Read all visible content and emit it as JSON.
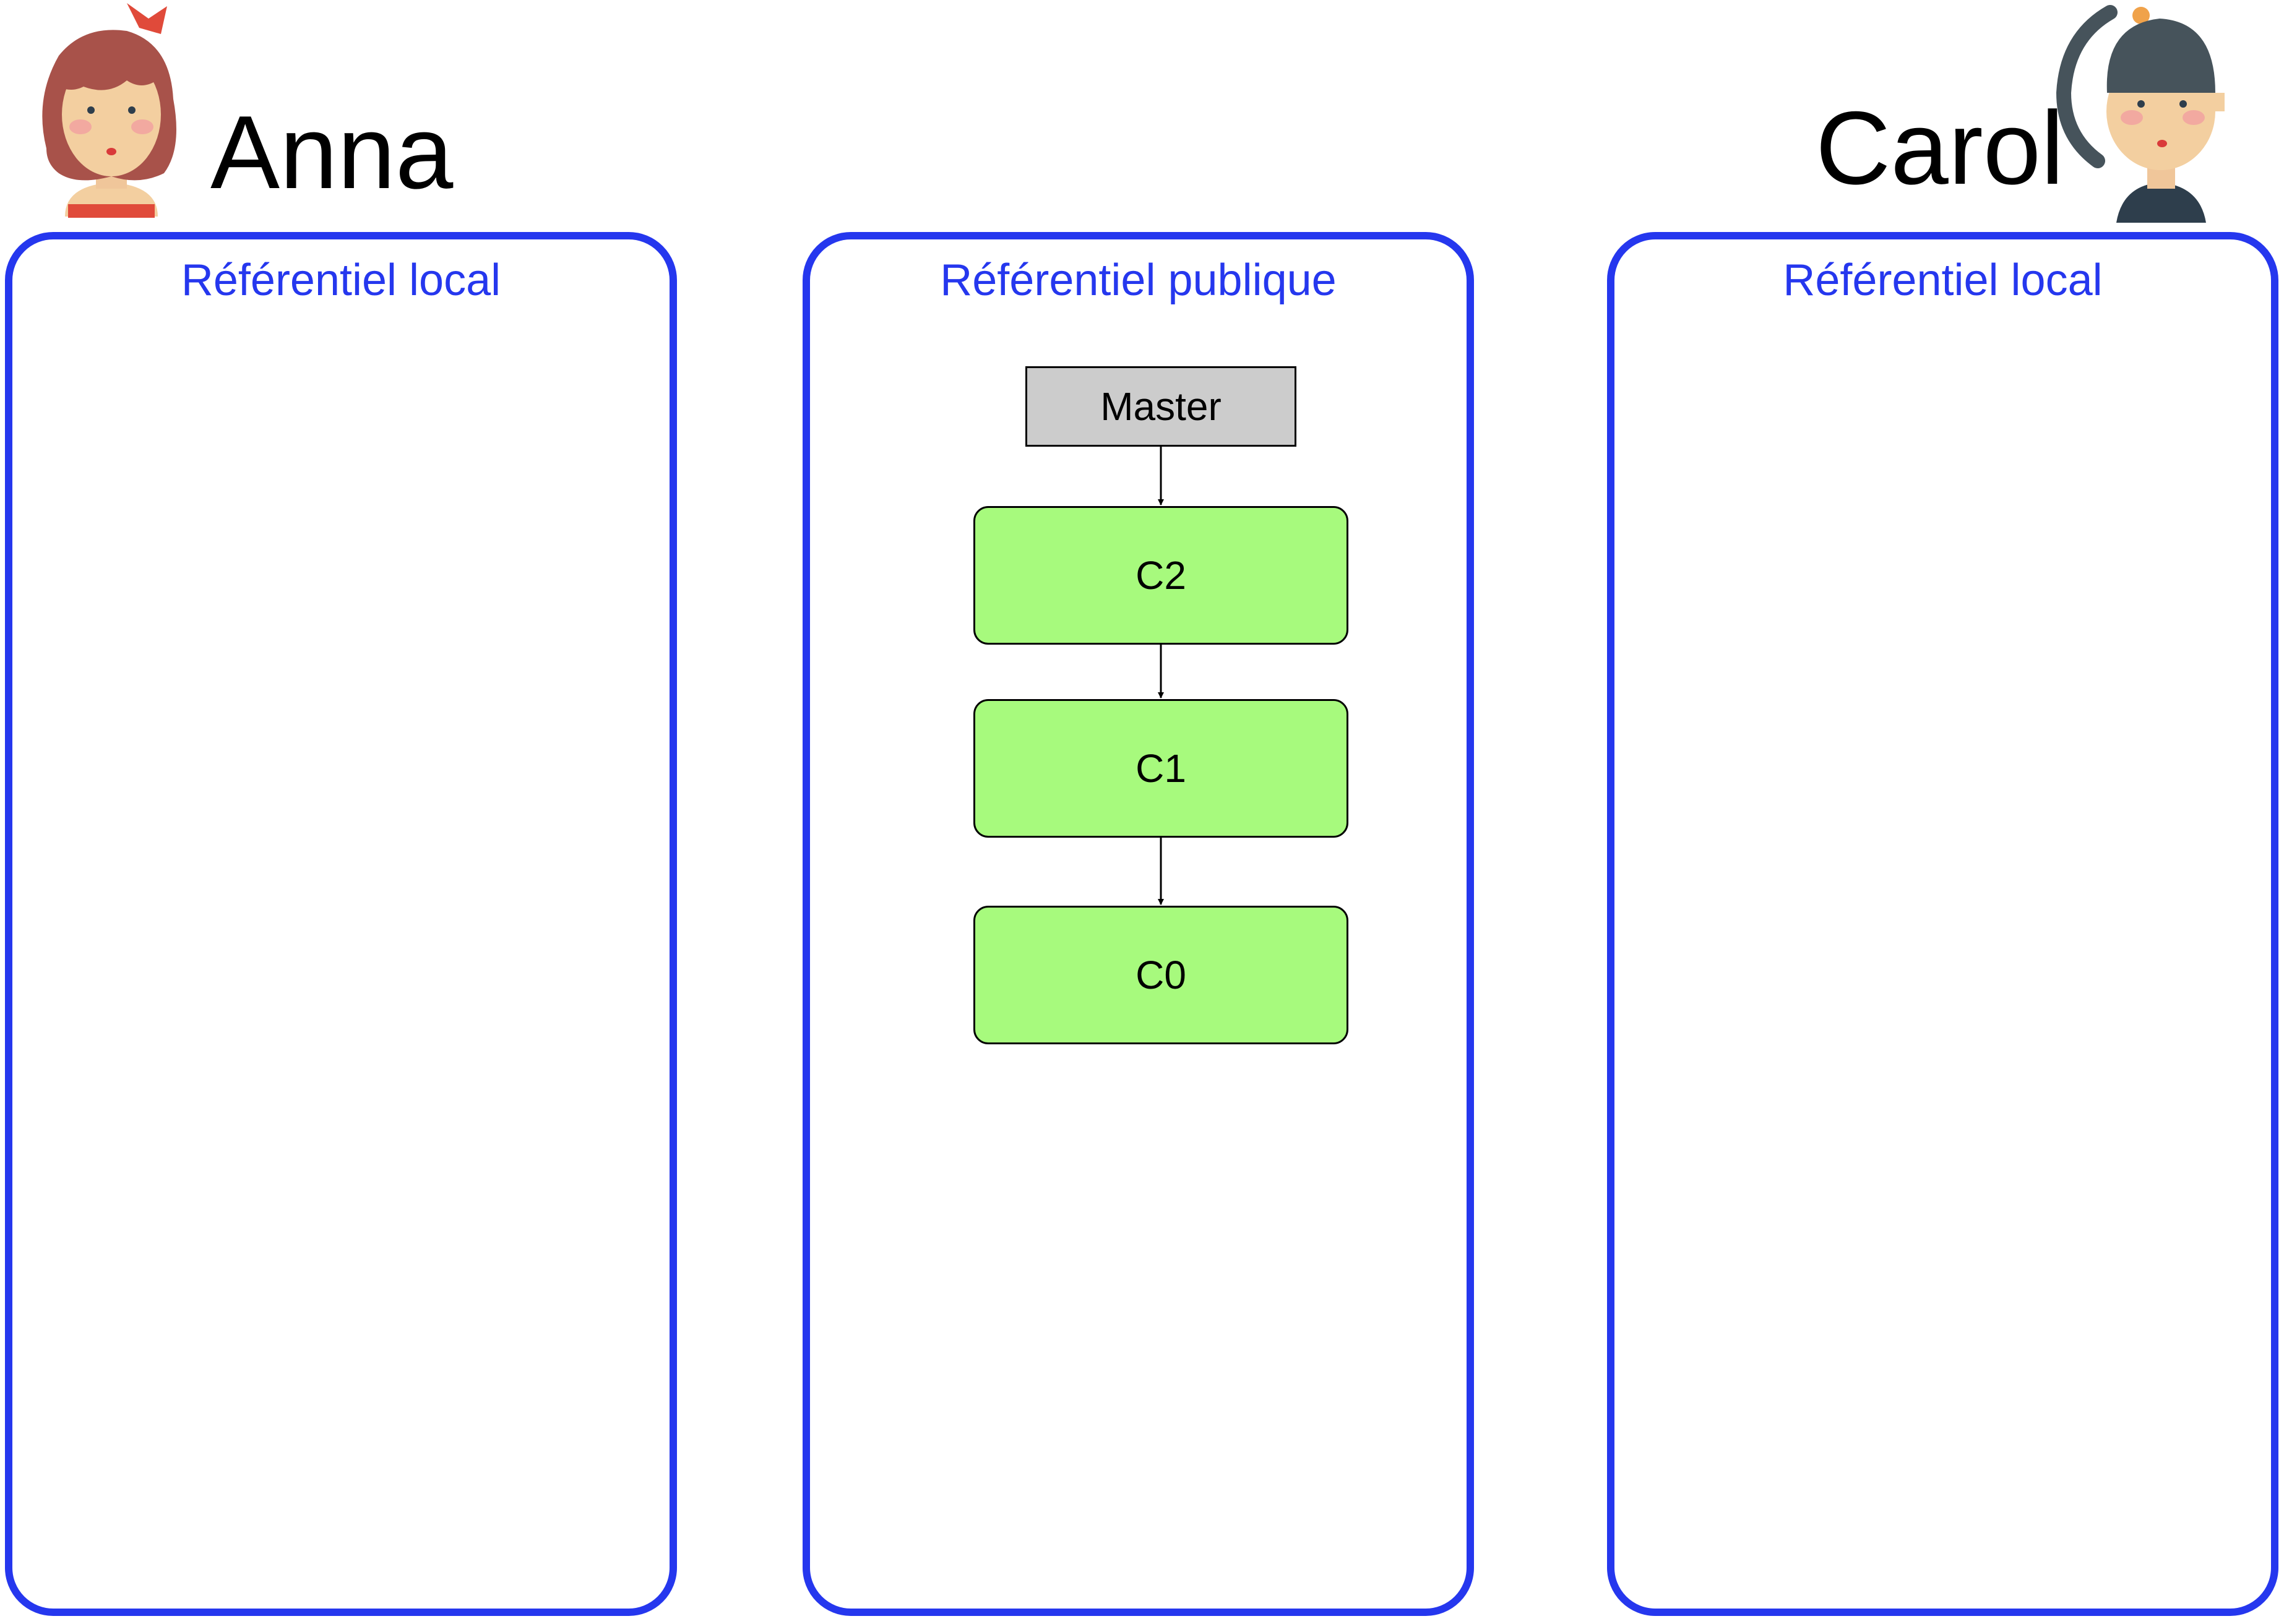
{
  "people": {
    "left": {
      "name": "Anna",
      "avatar_icon": "woman-red-hair-avatar-icon"
    },
    "right": {
      "name": "Carol",
      "avatar_icon": "woman-dark-braid-avatar-icon"
    }
  },
  "repositories": {
    "anna_local": {
      "title": "Référentiel local"
    },
    "public": {
      "title": "Référentiel publique"
    },
    "carol_local": {
      "title": "Référentiel local"
    }
  },
  "public_repo_graph": {
    "branch": "Master",
    "commits": [
      "C2",
      "C1",
      "C0"
    ]
  },
  "colors": {
    "panel_border": "#2537ee",
    "title_text": "#2537ee",
    "branch_fill": "#cccccc",
    "commit_fill": "#a7fa7d"
  }
}
